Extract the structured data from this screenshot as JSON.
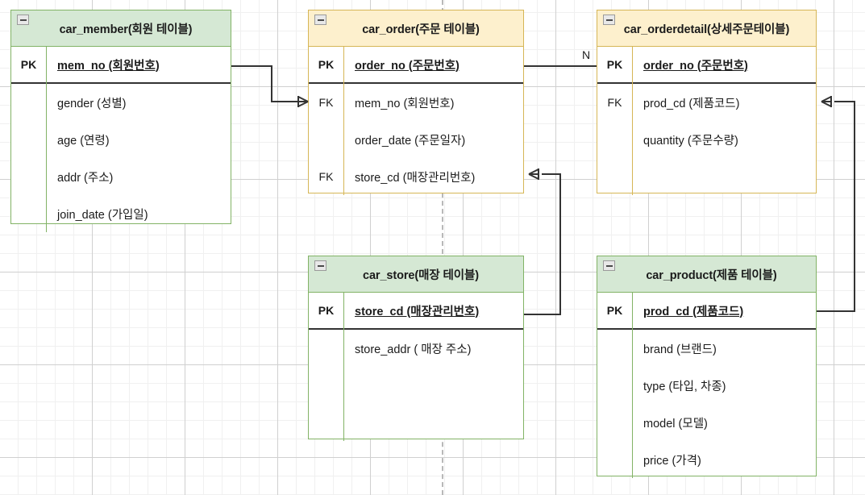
{
  "diagram": {
    "title": "car sales ER diagram",
    "colors": {
      "green_fill": "#d5e8d4",
      "green_border": "#82b366",
      "orange_fill": "#fdf0cd",
      "orange_border": "#d6b656",
      "line": "#333333",
      "canvas": "#ffffff"
    }
  },
  "entities": [
    {
      "id": "car_member",
      "title": "car_member(회원 테이블)",
      "theme": "green",
      "collapse_icon": "collapse-minus-icon",
      "rows": [
        {
          "key": "PK",
          "field": "mem_no (회원번호)",
          "primary": true
        },
        {
          "key": "",
          "field": "gender (성별)",
          "primary": false
        },
        {
          "key": "",
          "field": "age (연령)",
          "primary": false
        },
        {
          "key": "",
          "field": "addr (주소)",
          "primary": false
        },
        {
          "key": "",
          "field": "join_date (가입일)",
          "primary": false
        }
      ]
    },
    {
      "id": "car_order",
      "title": "car_order(주문 테이블)",
      "theme": "orange",
      "collapse_icon": "collapse-minus-icon",
      "rows": [
        {
          "key": "PK",
          "field": "order_no (주문번호)",
          "primary": true
        },
        {
          "key": "FK",
          "field": "mem_no (회원번호)",
          "primary": false
        },
        {
          "key": "",
          "field": "order_date (주문일자)",
          "primary": false
        },
        {
          "key": "FK",
          "field": "store_cd (매장관리번호)",
          "primary": false
        }
      ]
    },
    {
      "id": "car_orderdetail",
      "title": "car_orderdetail(상세주문테이블)",
      "theme": "orange",
      "collapse_icon": "collapse-minus-icon",
      "rows": [
        {
          "key": "PK",
          "field": "order_no (주문번호)",
          "primary": true
        },
        {
          "key": "FK",
          "field": "prod_cd (제품코드)",
          "primary": false
        },
        {
          "key": "",
          "field": "quantity (주문수량)",
          "primary": false
        },
        {
          "key": "",
          "field": "",
          "primary": false
        }
      ]
    },
    {
      "id": "car_store",
      "title": "car_store(매장 테이블)",
      "theme": "green",
      "collapse_icon": "collapse-minus-icon",
      "rows": [
        {
          "key": "PK",
          "field": "store_cd (매장관리번호)",
          "primary": true
        },
        {
          "key": "",
          "field": "store_addr ( 매장 주소)",
          "primary": false
        },
        {
          "key": "",
          "field": "",
          "primary": false
        },
        {
          "key": "",
          "field": "",
          "primary": false
        }
      ]
    },
    {
      "id": "car_product",
      "title": "car_product(제품 테이블)",
      "theme": "green",
      "collapse_icon": "collapse-minus-icon",
      "rows": [
        {
          "key": "PK",
          "field": "prod_cd (제품코드)",
          "primary": true
        },
        {
          "key": "",
          "field": "brand (브랜드)",
          "primary": false
        },
        {
          "key": "",
          "field": "type (타입, 차종)",
          "primary": false
        },
        {
          "key": "",
          "field": "model (모델)",
          "primary": false
        },
        {
          "key": "",
          "field": "price (가격)",
          "primary": false
        }
      ]
    }
  ],
  "relationships": [
    {
      "id": "member-to-order",
      "from": "car_member.mem_no (회원번호)",
      "to": "car_order.mem_no (회원번호)",
      "label": "",
      "marker": "crows-foot"
    },
    {
      "id": "order-to-orderdetail",
      "from": "car_order.order_no (주문번호)",
      "to": "car_orderdetail.order_no (주문번호)",
      "label": "N",
      "marker": "none"
    },
    {
      "id": "order-to-store",
      "from": "car_order.store_cd (매장관리번호)",
      "to": "car_store.store_cd (매장관리번호)",
      "label": "",
      "marker": "crows-foot"
    },
    {
      "id": "orderdetail-to-product",
      "from": "car_orderdetail.prod_cd (제품코드)",
      "to": "car_product.prod_cd (제품코드)",
      "label": "",
      "marker": "crows-foot"
    }
  ]
}
